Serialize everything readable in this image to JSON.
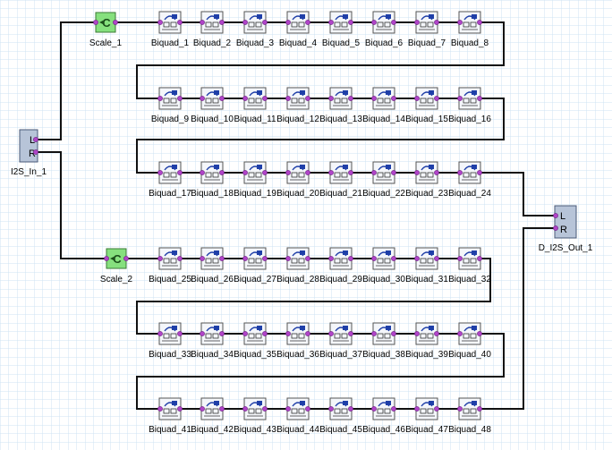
{
  "diagram": {
    "input_block": {
      "name": "I2S_In_1",
      "pins": [
        "L",
        "R"
      ]
    },
    "output_block": {
      "name": "D_I2S_Out_1",
      "pins": [
        "L",
        "R"
      ]
    },
    "scale_blocks": [
      {
        "name": "Scale_1",
        "symbol": "C"
      },
      {
        "name": "Scale_2",
        "symbol": "C"
      }
    ],
    "biquad_rows": [
      [
        "Biquad_1",
        "Biquad_2",
        "Biquad_3",
        "Biquad_4",
        "Biquad_5",
        "Biquad_6",
        "Biquad_7",
        "Biquad_8"
      ],
      [
        "Biquad_9",
        "Biquad_10",
        "Biquad_11",
        "Biquad_12",
        "Biquad_13",
        "Biquad_14",
        "Biquad_15",
        "Biquad_16"
      ],
      [
        "Biquad_17",
        "Biquad_18",
        "Biquad_19",
        "Biquad_20",
        "Biquad_21",
        "Biquad_22",
        "Biquad_23",
        "Biquad_24"
      ],
      [
        "Biquad_25",
        "Biquad_26",
        "Biquad_27",
        "Biquad_28",
        "Biquad_29",
        "Biquad_30",
        "Biquad_31",
        "Biquad_32"
      ],
      [
        "Biquad_33",
        "Biquad_34",
        "Biquad_35",
        "Biquad_36",
        "Biquad_37",
        "Biquad_38",
        "Biquad_39",
        "Biquad_40"
      ],
      [
        "Biquad_41",
        "Biquad_42",
        "Biquad_43",
        "Biquad_44",
        "Biquad_45",
        "Biquad_46",
        "Biquad_47",
        "Biquad_48"
      ]
    ],
    "colors": {
      "grid": "#cfe3f3",
      "wire": "#111111",
      "pin": "#b044c8",
      "scale_fill": "#86e07e",
      "io_fill": "#b7c4d8",
      "biquad_fill": "#f4f6fa",
      "biquad_accent": "#1f3fa8"
    }
  }
}
